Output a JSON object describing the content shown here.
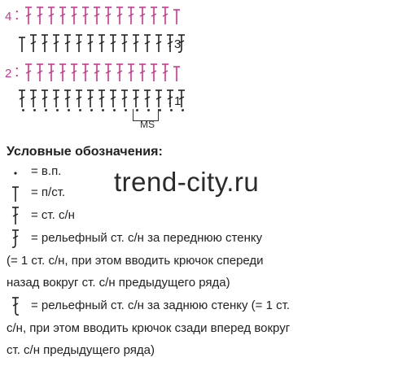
{
  "diagram": {
    "rows": [
      {
        "number": "4",
        "label_side": "left",
        "color": "#d1328f",
        "stitches": "tttttttttttttT"
      },
      {
        "number": "3",
        "label_side": "right",
        "color": "#222222",
        "stitches": "TtttttttttttttJ"
      },
      {
        "number": "2",
        "label_side": "left",
        "color": "#d1328f",
        "stitches": "tttttttttttttT"
      },
      {
        "number": "1",
        "label_side": "right",
        "color": "#222222",
        "stitches": "ttttttttttttttt"
      }
    ],
    "ms_label": "MS",
    "chain_dot_count": 15
  },
  "legend": {
    "title": "Условные обозначения:",
    "items": [
      {
        "symbol": "chain-dot",
        "text": "= в.п."
      },
      {
        "symbol": "half-double-crochet",
        "text": "= п/ст."
      },
      {
        "symbol": "double-crochet",
        "text": "= ст. с/н"
      },
      {
        "symbol": "front-post-double-crochet",
        "text": "= рельефный ст. с/н за переднюю стенку"
      },
      {
        "symbol": "none",
        "text": "(= 1 ст. с/н, при этом вводить крючок спереди"
      },
      {
        "symbol": "none",
        "text": "назад вокруг ст. с/н предыдущего ряда)"
      },
      {
        "symbol": "back-post-double-crochet",
        "text": "= рельефный ст. с/н за заднюю стенку (= 1 ст."
      },
      {
        "symbol": "none",
        "text": "с/н, при этом вводить крючок сзади вперед вокруг"
      },
      {
        "symbol": "none",
        "text": "ст. с/н предыдущего ряда)"
      }
    ]
  },
  "watermark": "trend-city.ru",
  "colors": {
    "pink": "#d1328f",
    "ink": "#222222"
  }
}
